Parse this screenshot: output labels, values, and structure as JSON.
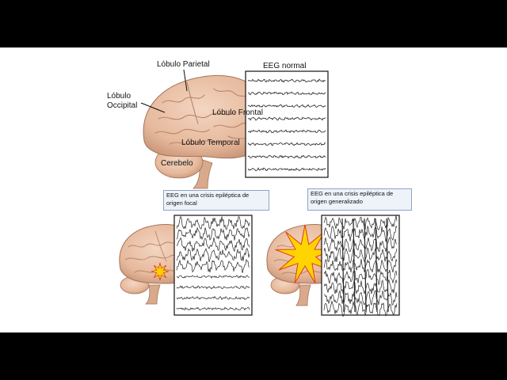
{
  "labels": {
    "parietal": "Lóbulo Parietal",
    "occipital_line1": "Lóbulo",
    "occipital_line2": "Occipital",
    "frontal": "Lóbulo Frontal",
    "temporal": "Lóbulo Temporal",
    "cerebellum": "Cerebelo",
    "eeg_normal": "EEG normal"
  },
  "captions": {
    "focal_line1": "EEG en una crisis epiléptica de",
    "focal_line2": "origen focal",
    "generalized_line1": "EEG en una crisis epiléptica de",
    "generalized_line2": "origen generalizado"
  },
  "colors": {
    "brain": "#e9c3a8",
    "brain_shadow": "#c9977a",
    "star": "#ffd400",
    "star_outline": "#e23a1c",
    "caption_bg": "#eef2f9",
    "caption_border": "#8ea4c8"
  }
}
